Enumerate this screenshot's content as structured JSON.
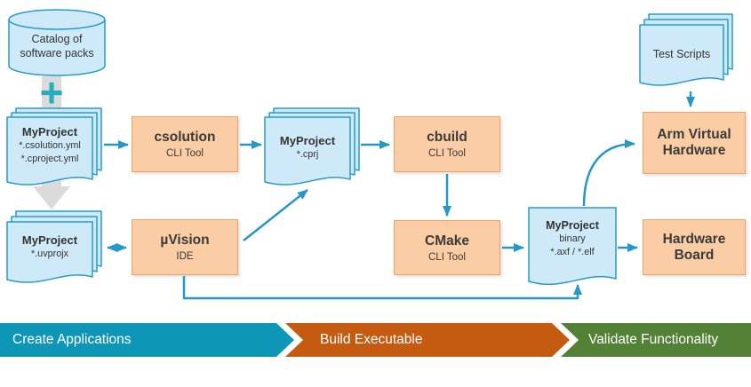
{
  "colors": {
    "doc_fill": "#CEE9F8",
    "doc_border": "#2A9BC8",
    "box_fill": "#FBCDA4",
    "box_border": "#EFA263",
    "arrow": "#2598C8",
    "gray_arrow": "#DBDBDB",
    "plus": "#27AEBE",
    "text": "#333333",
    "chevron_create": "#0D96B6",
    "chevron_build": "#C55A11",
    "chevron_validate": "#538135"
  },
  "catalog": {
    "label": "Catalog of\nsoftware packs"
  },
  "plus": {
    "symbol": "+"
  },
  "solution_docs": {
    "title": "MyProject",
    "line1": "*.csolution.yml",
    "line2": "*.cproject.yml"
  },
  "csolution": {
    "title": "csolution",
    "subtitle": "CLI Tool"
  },
  "cprj_docs": {
    "title": "MyProject",
    "line1": "*.cprj"
  },
  "cbuild": {
    "title": "cbuild",
    "subtitle": "CLI Tool"
  },
  "cmake": {
    "title": "CMake",
    "subtitle": "CLI Tool"
  },
  "binary_doc": {
    "title": "MyProject",
    "line1": "binary",
    "line2": "*.axf / *.elf"
  },
  "hardware_board": {
    "title": "Hardware\nBoard"
  },
  "avh": {
    "title": "Arm Virtual\nHardware"
  },
  "test_scripts": {
    "title": "Test Scripts"
  },
  "uvision": {
    "title": "µVision",
    "subtitle": "IDE"
  },
  "uvprojx_docs": {
    "title": "MyProject",
    "line1": "*.uvprojx"
  },
  "phases": [
    {
      "label": "Create Applications"
    },
    {
      "label": "Build Executable"
    },
    {
      "label": "Validate Functionality"
    }
  ]
}
